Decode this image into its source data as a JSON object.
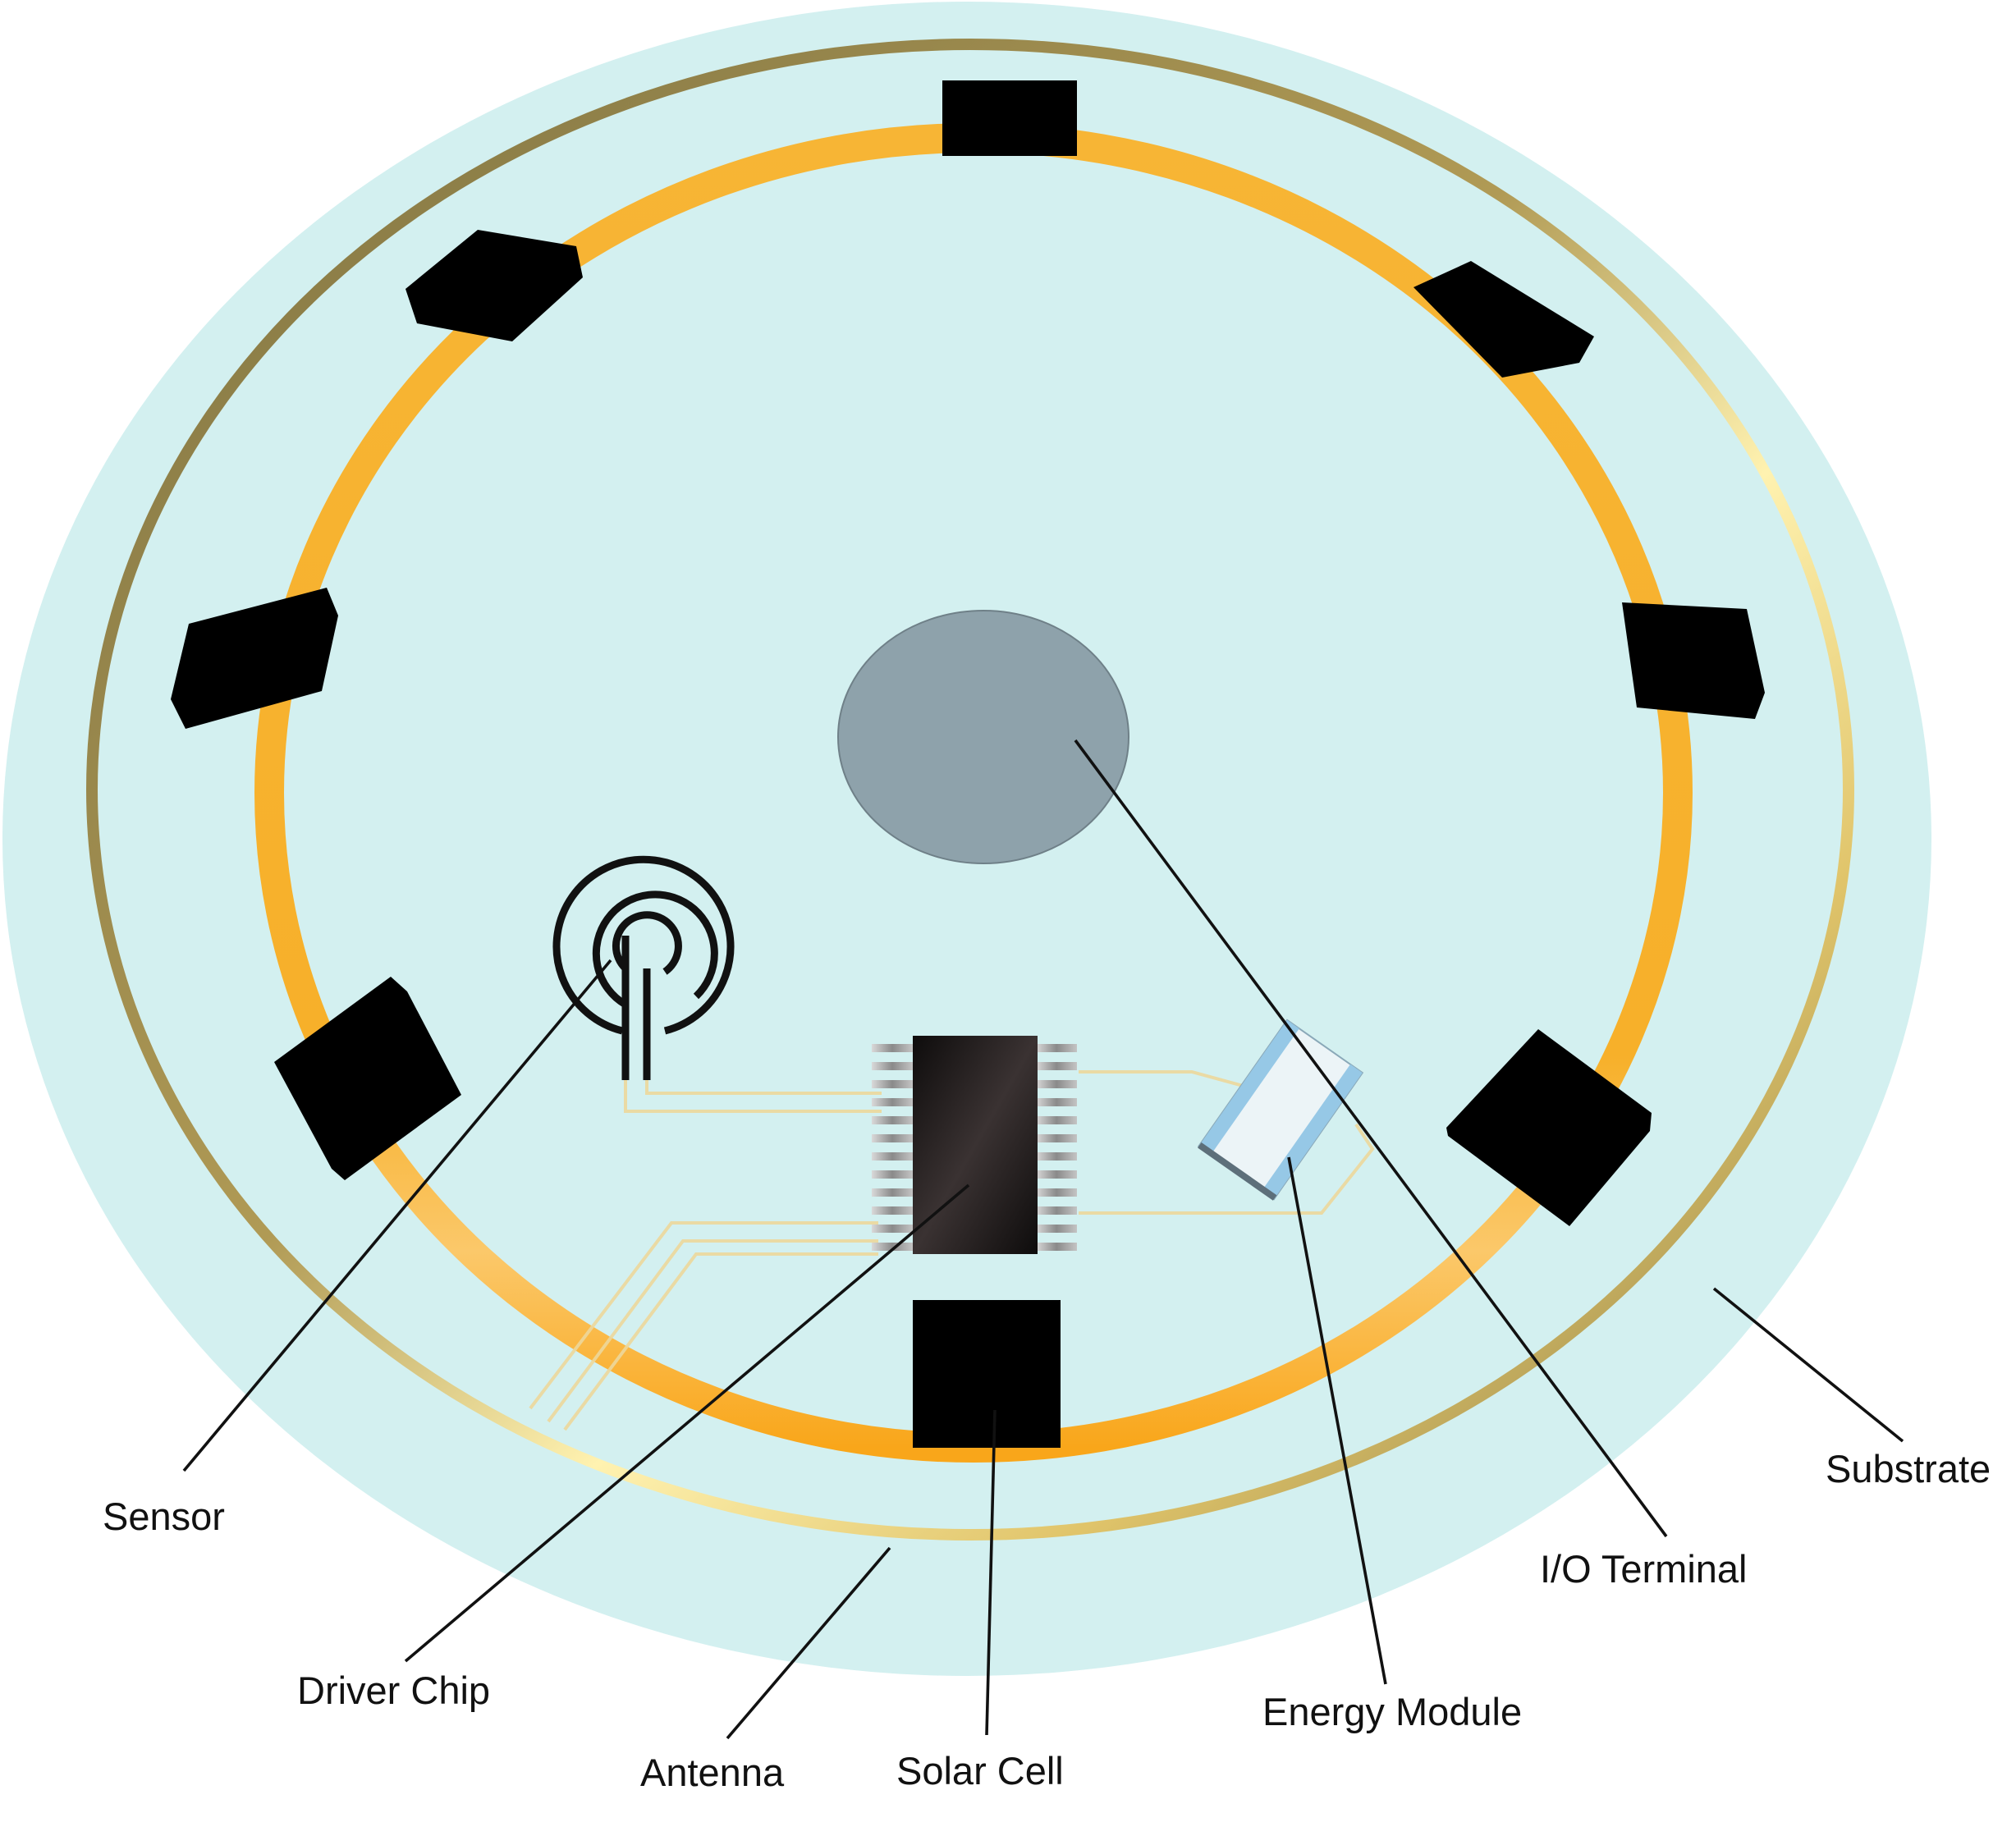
{
  "labels": {
    "sensor": "Sensor",
    "driver_chip": "Driver Chip",
    "antenna": "Antenna",
    "solar_cell": "Solar Cell",
    "energy_module": "Energy Module",
    "io_terminal": "I/O Terminal",
    "substrate": "Substrate"
  },
  "colors": {
    "substrate": "#d3f0f0",
    "antenna_ring_dark": "#7d7242",
    "antenna_ring_light": "#fff2b0",
    "inner_ring": "#f7b535",
    "pad": "#000000",
    "io_terminal": "#8ea2ab",
    "chip_body": "#1f1c1c",
    "chip_pins": "#a3a3a3",
    "energy_module_blue": "#96c8e6",
    "energy_module_white": "#ecf4f7",
    "trace": "#ecd79b",
    "leader": "#111111"
  },
  "pad_count": 8
}
